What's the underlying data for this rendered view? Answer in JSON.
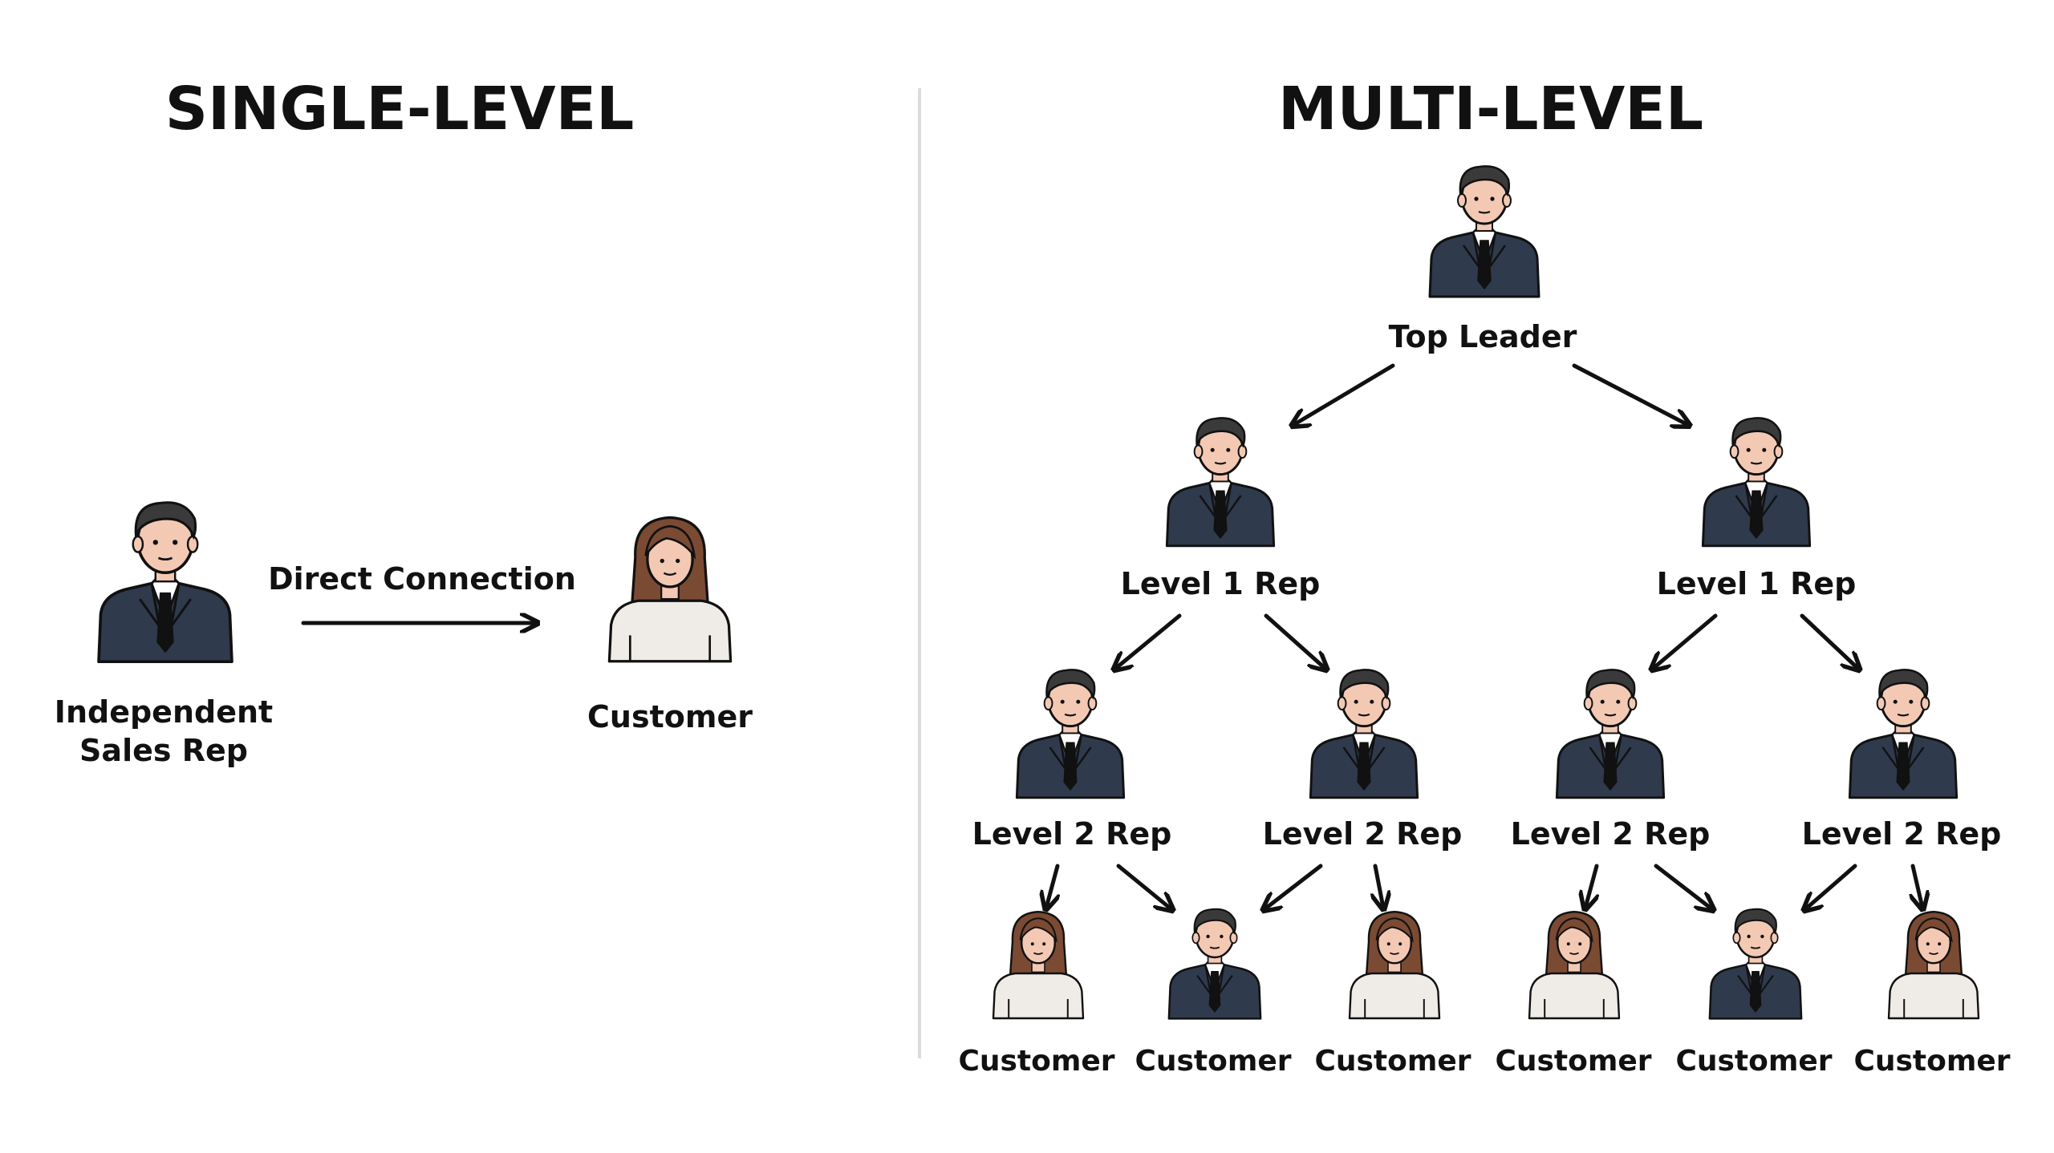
{
  "single": {
    "title": "SINGLE-LEVEL",
    "rep_label_line1": "Independent",
    "rep_label_line2": "Sales Rep",
    "connection_label": "Direct Connection",
    "customer_label": "Customer"
  },
  "multi": {
    "title": "MULTI-LEVEL",
    "top_label": "Top Leader",
    "level1_labels": [
      "Level 1 Rep",
      "Level 1 Rep"
    ],
    "level2_labels": [
      "Level 2 Rep",
      "Level 2 Rep",
      "Level 2 Rep",
      "Level 2 Rep"
    ],
    "bottom_labels": [
      "Customer",
      "Customer",
      "Customer",
      "Customer",
      "Customer",
      "Customer"
    ]
  },
  "colors": {
    "suit": "#2f3a4c",
    "skin": "#f3c9b4",
    "hair_man": "#3a3a3a",
    "hair_woman": "#7a4a33",
    "top_woman": "#efece8",
    "ink": "#111111",
    "divider": "#dcdcdc"
  }
}
